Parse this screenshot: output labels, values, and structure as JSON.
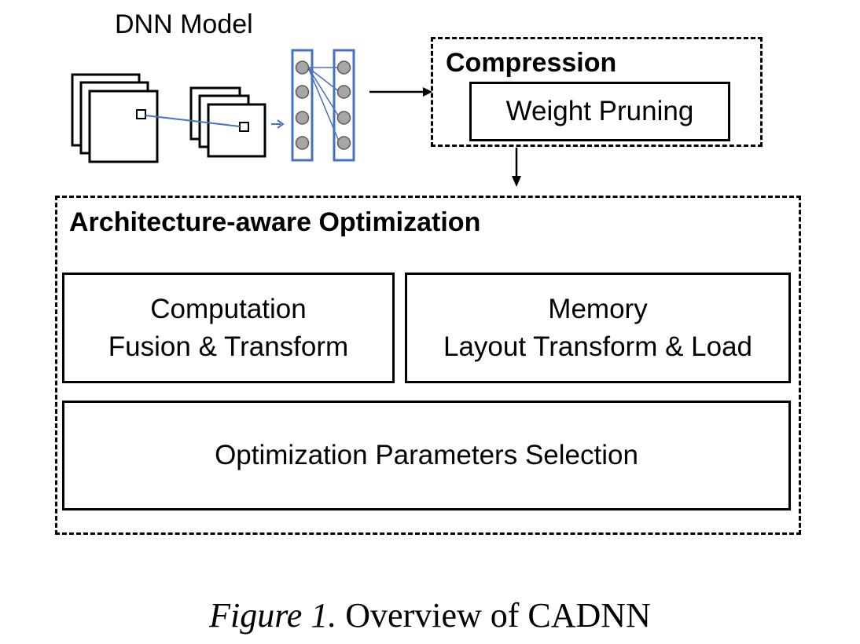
{
  "dnn_model": {
    "label": "DNN Model"
  },
  "compression": {
    "title": "Compression",
    "weight_pruning": "Weight Pruning"
  },
  "architecture": {
    "title": "Architecture-aware Optimization",
    "computation": {
      "line1": "Computation",
      "line2": "Fusion & Transform"
    },
    "memory": {
      "line1": "Memory",
      "line2": "Layout Transform & Load"
    },
    "parameters": "Optimization Parameters Selection"
  },
  "caption": {
    "figure": "Figure 1.",
    "text": "Overview of CADNN"
  },
  "colors": {
    "nn_blue": "#4472c4",
    "node_gray": "#a6a6a6"
  }
}
